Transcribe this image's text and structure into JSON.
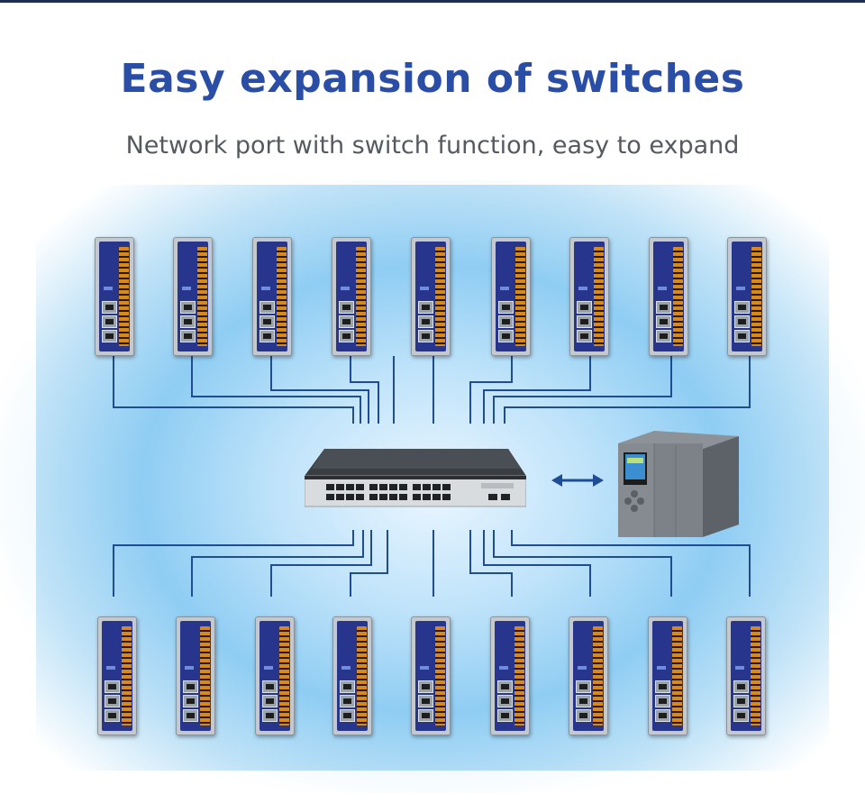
{
  "header": {
    "title": "Easy expansion of switches",
    "subtitle": "Network port with switch function, easy to expand"
  },
  "colors": {
    "title": "#2a4ea6",
    "subtitle": "#555a60",
    "link_line": "#1e4d96",
    "module_face": "#27368c",
    "terminal": "#d8891a",
    "background_glow": "#8fcdf3"
  },
  "diagram": {
    "top_row_modules": 9,
    "bottom_row_modules": 9,
    "central_device": "network-switch",
    "peer_device": "plc-controller",
    "link_between_switch_and_plc": "bidirectional-arrow"
  }
}
